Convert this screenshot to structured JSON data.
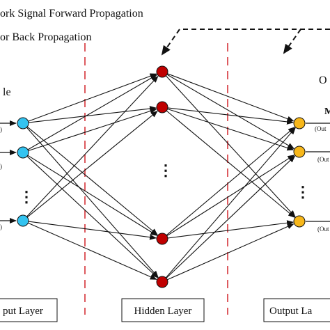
{
  "legend": {
    "forward_label": "ork Signal Forward Propagation",
    "back_label": "or Back Propagation"
  },
  "input": {
    "partial_label": "le",
    "node_captions": [
      ")",
      ")",
      ")"
    ],
    "layer_label": "put Layer"
  },
  "hidden": {
    "layer_label": "Hidden Layer"
  },
  "output": {
    "partial_label": "O",
    "node_captions": [
      "(Out",
      "(Out",
      "(Out"
    ],
    "layer_label": "Output La"
  },
  "ellipsis": "⋮",
  "colors": {
    "input_node": "#33c3f0",
    "hidden_node": "#c00000",
    "output_node": "#f7b71a",
    "divider": "#d2232a",
    "line": "#111111"
  }
}
